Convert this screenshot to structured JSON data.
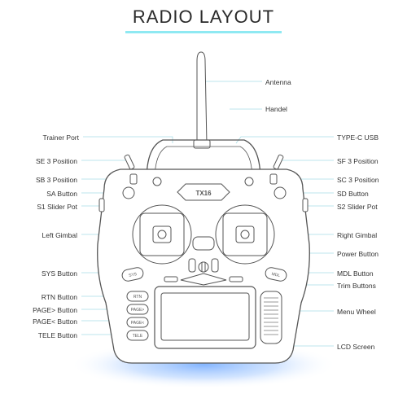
{
  "title": "RADIO LAYOUT",
  "accent_color": "#8fe9f2",
  "device": {
    "logo": "TX16",
    "buttons": {
      "sys": "SYS",
      "mdl": "MDL",
      "rtn": "RTN",
      "page_next": "PAGE>",
      "page_prev": "PAGE<",
      "tele": "TELE"
    }
  },
  "callouts": {
    "left": [
      "Trainer Port",
      "SE 3 Position",
      "SB 3 Position",
      "SA Button",
      "S1 Slider Pot",
      "Left Gimbal",
      "SYS Button",
      "RTN Button",
      "PAGE> Button",
      "PAGE< Button",
      "TELE Button"
    ],
    "right": [
      "Antenna",
      "Handel",
      "TYPE-C USB",
      "SF 3 Position",
      "SC 3 Position",
      "SD Button",
      "S2 Slider Pot",
      "Right Gimbal",
      "Power Button",
      "MDL Button",
      "Trim Buttons",
      "Menu Wheel",
      "LCD Screen"
    ]
  }
}
